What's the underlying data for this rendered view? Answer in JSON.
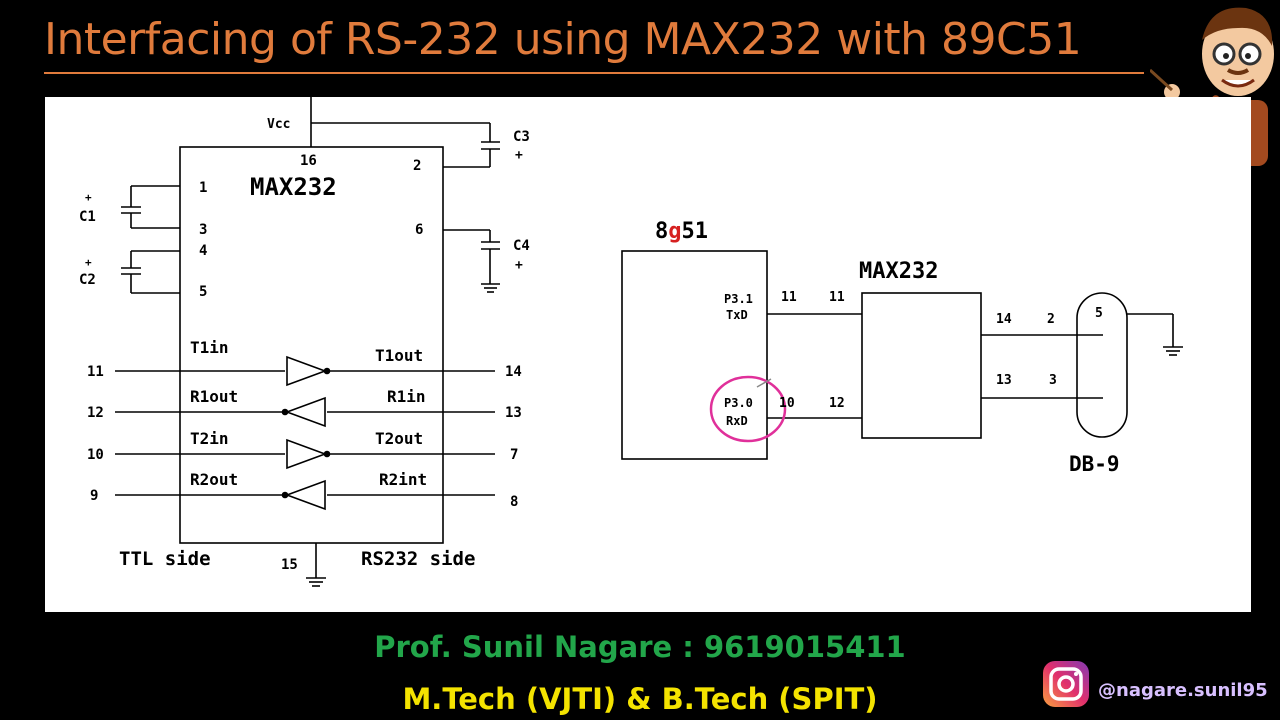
{
  "header": {
    "title": "Interfacing of RS-232 using MAX232 with 89C51"
  },
  "left_diagram": {
    "vcc": "Vcc",
    "chip": "MAX232",
    "pins_top": [
      "16",
      "2"
    ],
    "c1": "C1",
    "c2": "C2",
    "c3": "C3",
    "c4": "C4",
    "plus": "+",
    "left_pins": [
      "1",
      "3",
      "4",
      "5"
    ],
    "pin6": "6",
    "signals": [
      {
        "outer_left": "11",
        "in_label": "T1in",
        "out_label": "T1out",
        "outer_right": "14"
      },
      {
        "outer_left": "12",
        "in_label": "R1out",
        "out_label": "R1in",
        "outer_right": "13"
      },
      {
        "outer_left": "10",
        "in_label": "T2in",
        "out_label": "T2out",
        "outer_right": "7"
      },
      {
        "outer_left": "9",
        "in_label": "R2out",
        "out_label": "R2int",
        "outer_right": "8"
      }
    ],
    "ttl_side": "TTL side",
    "gnd_pin": "15",
    "rs232_side": "RS232 side"
  },
  "right_diagram": {
    "mcu_label_prefix": "8",
    "mcu_label_correction": "g",
    "mcu_label_suffix": "51",
    "p31": "P3.1",
    "txd": "TxD",
    "p30": "P3.0",
    "rxd": "RxD",
    "mcu_tx_pin": "11",
    "max_tx_pin": "11",
    "mcu_rx_pin": "10",
    "max_rx_pin": "12",
    "max_label": "MAX232",
    "out_pin_a": "14",
    "db_pin_a": "2",
    "out_pin_b": "13",
    "db_pin_b": "3",
    "db_gnd_pin": "5",
    "db_label": "DB-9"
  },
  "footer": {
    "prof": "Prof. Sunil Nagare : 9619015411",
    "degree": "M.Tech (VJTI) & B.Tech (SPIT)",
    "instagram_handle": "@nagare.sunil95"
  },
  "colors": {
    "title": "#e07b3c",
    "prof": "#22a64a",
    "degree": "#f4e300",
    "annotation": "#e0309a"
  },
  "icons": [
    "instagram-icon",
    "teacher-avatar-icon"
  ]
}
